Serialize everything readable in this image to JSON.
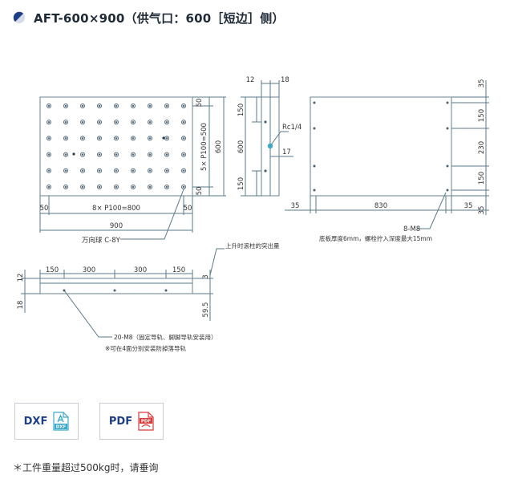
{
  "header": {
    "title": "AFT-600×900（供气口：600［短边］侧）",
    "icon": "half-circle-icon"
  },
  "drawing": {
    "top_view": {
      "dim_50_top": "50",
      "dim_50_bottom": "50",
      "dim_vertical_pitch": "5× P100=500",
      "dim_600": "600",
      "dim_50_left": "50",
      "dim_horizontal_pitch": "8× P100=800",
      "dim_50_right": "50",
      "dim_900": "900",
      "ball_label": "万向球 C-8Y"
    },
    "side_view": {
      "dim_12": "12",
      "dim_18": "18",
      "dim_150_top": "150",
      "dim_600": "600",
      "dim_150_bottom": "150",
      "port_label": "Rc1/4",
      "dim_17": "17"
    },
    "bottom_view": {
      "dim_35_top": "35",
      "dim_150_a": "150",
      "dim_230": "230",
      "dim_150_b": "150",
      "dim_35_bottom": "35",
      "dim_35_left": "35",
      "dim_830": "830",
      "dim_35_right": "35",
      "thread_label": "8-M8",
      "plate_note": "底板厚度6mm，螺栓拧入深度最大15mm"
    },
    "front_view": {
      "dim_150_left": "150",
      "dim_300_a": "300",
      "dim_300_b": "300",
      "dim_150_right": "150",
      "dim_12": "12",
      "dim_18": "18",
      "dim_3": "3",
      "dim_59_5": "59.5",
      "protrusion_label": "上升时滚柱的突出量",
      "rail_label": "20-M8（固定导轨、脚脚导轨安装用）",
      "rail_note": "※可在4面分别安装防掉落导轨"
    }
  },
  "downloads": {
    "dxf_label": "DXF",
    "dxf_badge": "DXF",
    "pdf_label": "PDF",
    "pdf_badge": "PDF"
  },
  "footer": {
    "note": "＊工件重量超过500kg时，请垂询"
  },
  "colors": {
    "brand": "#1e3f87",
    "line": "#5a7a8a",
    "accent": "#3aa9c8",
    "pdf_red": "#d93b3b"
  }
}
